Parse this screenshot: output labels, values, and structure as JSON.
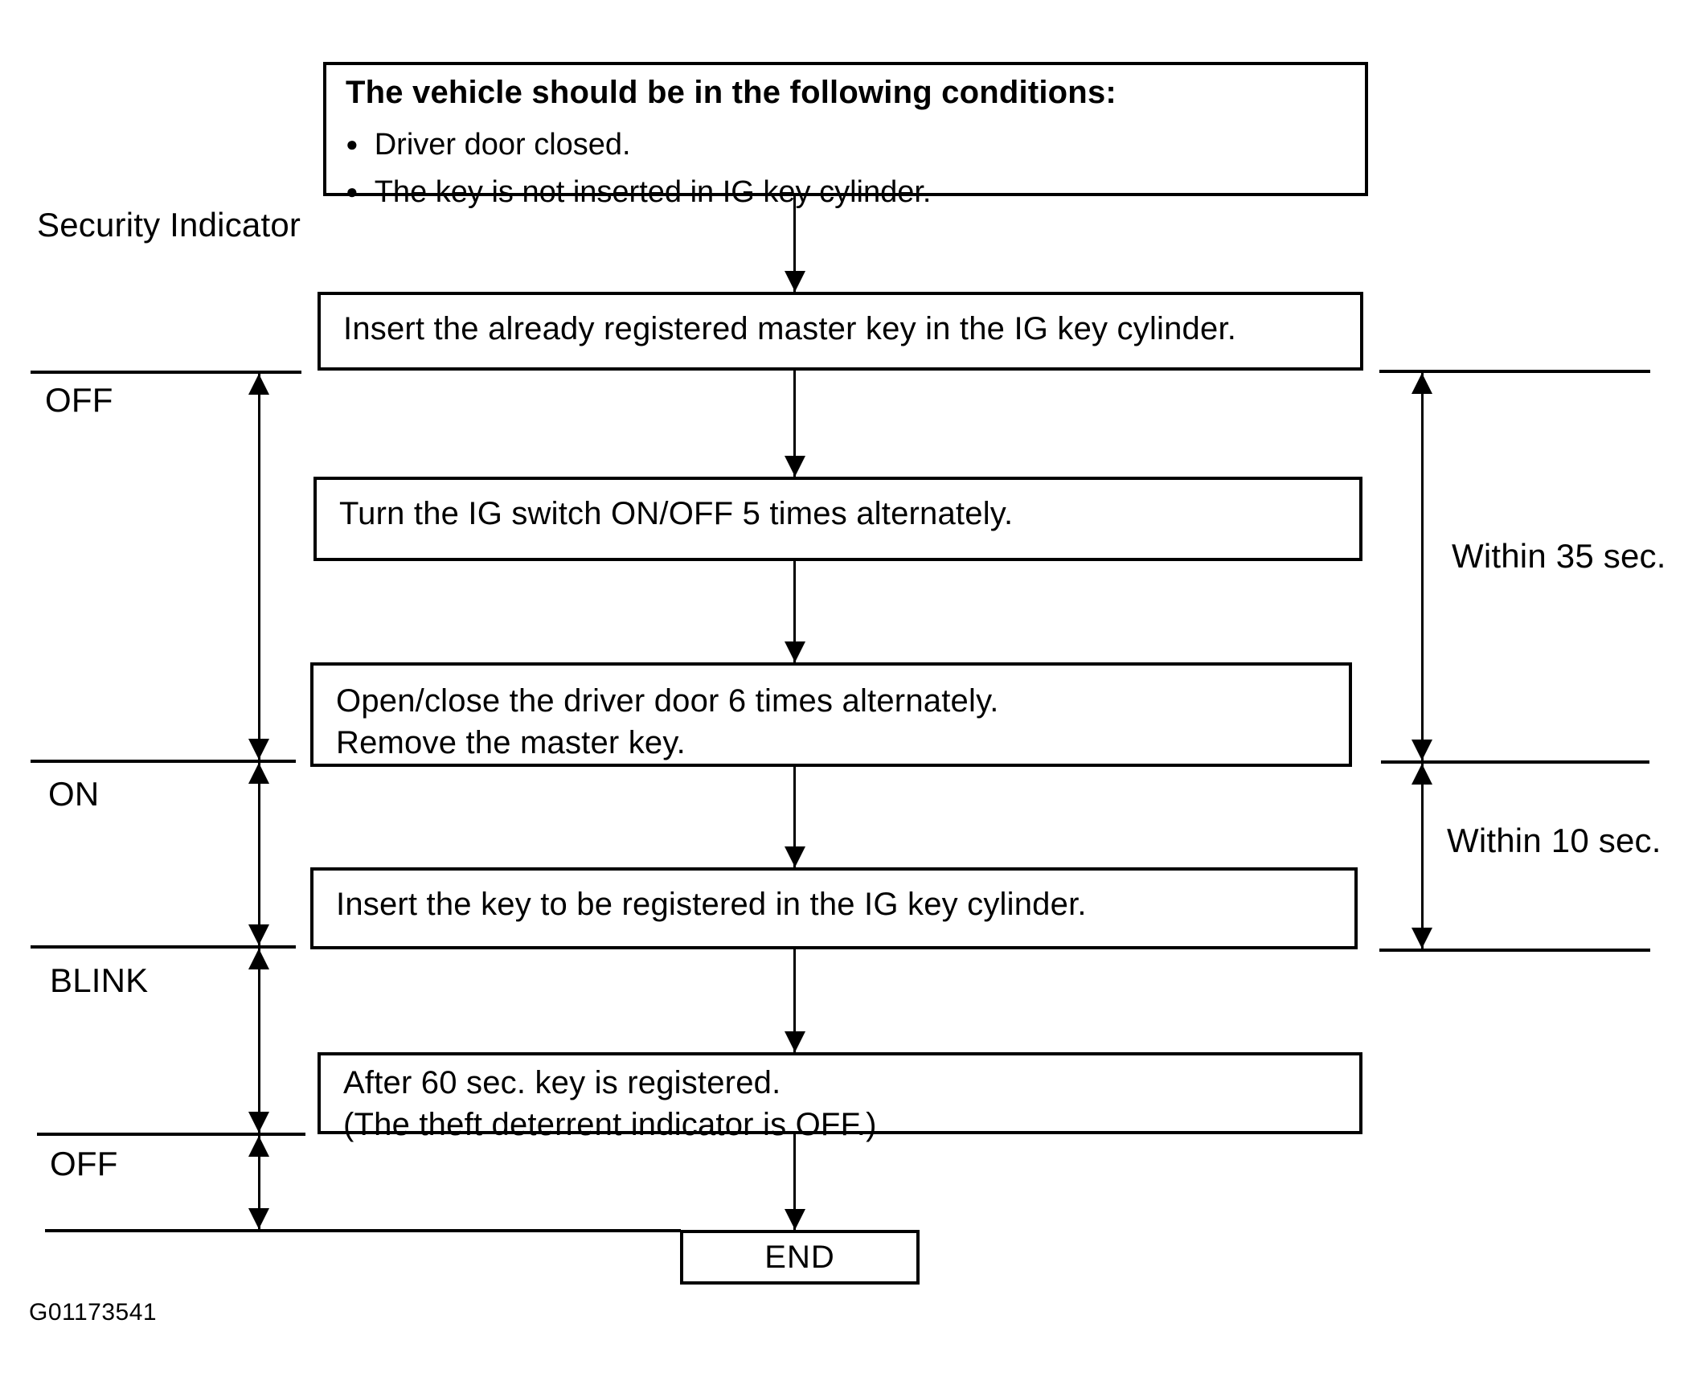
{
  "diagram": {
    "type": "flowchart",
    "background_color": "#ffffff",
    "ink_color": "#000000",
    "timeline_title": "Security Indicator",
    "figure_id": "G01173541",
    "conditions_box": {
      "title": "The vehicle should be in the following conditions:",
      "bullet_glyph": "●",
      "bullets": [
        "Driver door closed.",
        "The key is not inserted in IG key cylinder."
      ]
    },
    "steps": [
      {
        "lines": [
          "Insert the already registered master key in the IG key cylinder."
        ]
      },
      {
        "lines": [
          "Turn the IG switch ON/OFF 5 times alternately."
        ]
      },
      {
        "lines": [
          "Open/close the driver door 6 times alternately.",
          "Remove the master key."
        ]
      },
      {
        "lines": [
          "Insert the key to be registered in the IG key cylinder."
        ]
      },
      {
        "lines": [
          "After 60 sec. key is registered.",
          "(The theft deterrent indicator is OFF.)"
        ]
      }
    ],
    "end_label": "END",
    "indicator_states": [
      "OFF",
      "ON",
      "BLINK",
      "OFF"
    ],
    "timers": [
      "Within 35 sec.",
      "Within 10 sec."
    ]
  }
}
